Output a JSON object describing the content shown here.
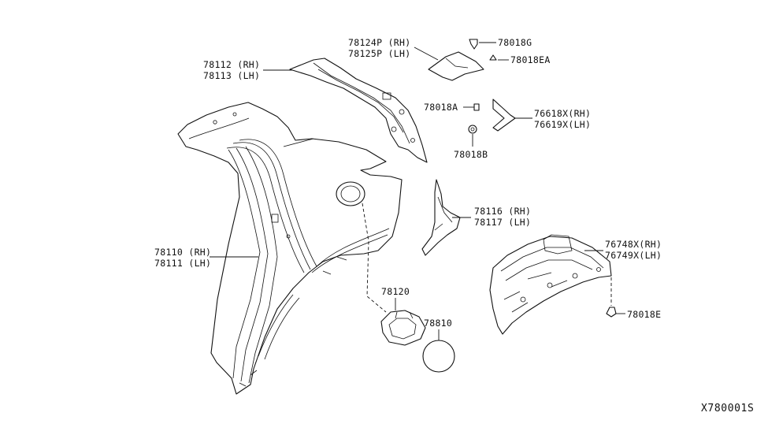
{
  "callouts": {
    "c78124": [
      "78124P (RH)",
      "78125P (LH)"
    ],
    "c78018G": [
      "78018G"
    ],
    "c78018EA": [
      "78018EA"
    ],
    "c78112": [
      "78112 (RH)",
      "78113 (LH)"
    ],
    "c78018A": [
      "78018A"
    ],
    "c76618": [
      "76618X(RH)",
      "76619X(LH)"
    ],
    "c78018B": [
      "78018B"
    ],
    "c78116": [
      "78116 (RH)",
      "78117 (LH)"
    ],
    "c76748": [
      "76748X(RH)",
      "76749X(LH)"
    ],
    "c78110": [
      "78110 (RH)",
      "78111 (LH)"
    ],
    "c78120": [
      "78120"
    ],
    "c78810": [
      "78810"
    ],
    "c78018E": [
      "78018E"
    ]
  },
  "diagram_code": "X780001S"
}
